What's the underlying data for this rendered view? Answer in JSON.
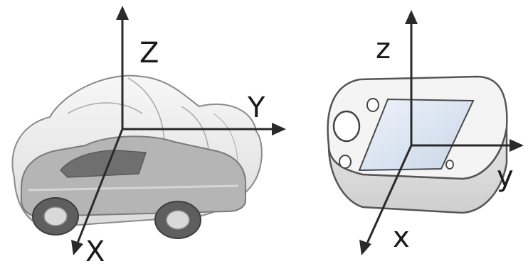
{
  "car_frame": {
    "axis_z_label": "Z",
    "axis_y_label": "Y",
    "axis_x_label": "X"
  },
  "phone_frame": {
    "axis_z_label": "z",
    "axis_y_label": "y",
    "axis_x_label": "x"
  },
  "colors": {
    "axis": "#2a2a2a",
    "car_body": "#b5b5b5",
    "car_outline": "#7a7a7a",
    "phone_body": "#f2f2f2",
    "phone_screen": "#dce6f2"
  }
}
